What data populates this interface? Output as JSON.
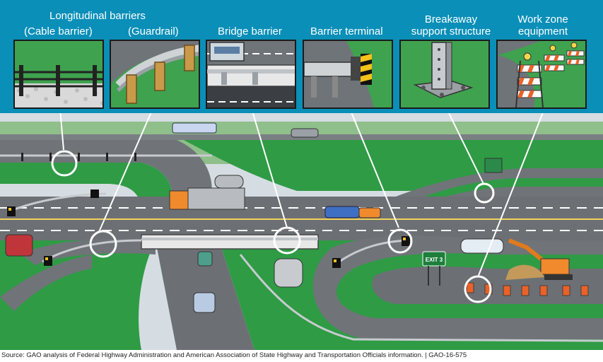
{
  "labels": {
    "longitudinal_barriers": "Longitudinal barriers",
    "cable_barrier": "(Cable barrier)",
    "guardrail": "(Guardrail)",
    "bridge_barrier": "Bridge barrier",
    "barrier_terminal": "Barrier terminal",
    "breakaway_line1": "Breakaway",
    "breakaway_line2": "support structure",
    "work_zone_line1": "Work zone",
    "work_zone_line2": "equipment"
  },
  "sign_text": "EXIT 3",
  "source": "Source: GAO analysis of Federal Highway Administration and American Association of State Highway and Transportation Officials information.  |  GAO-16-575",
  "colors": {
    "banner": "#0a8fb8",
    "grass": "#2f9b45",
    "grass_light": "#6dbb6a",
    "road": "#707479",
    "sky": "#d5dde2",
    "callout": "#ffffff"
  },
  "icons": [
    "cable-barrier-icon",
    "guardrail-icon",
    "bridge-barrier-icon",
    "barrier-terminal-icon",
    "breakaway-post-icon",
    "work-zone-barricade-icon"
  ]
}
